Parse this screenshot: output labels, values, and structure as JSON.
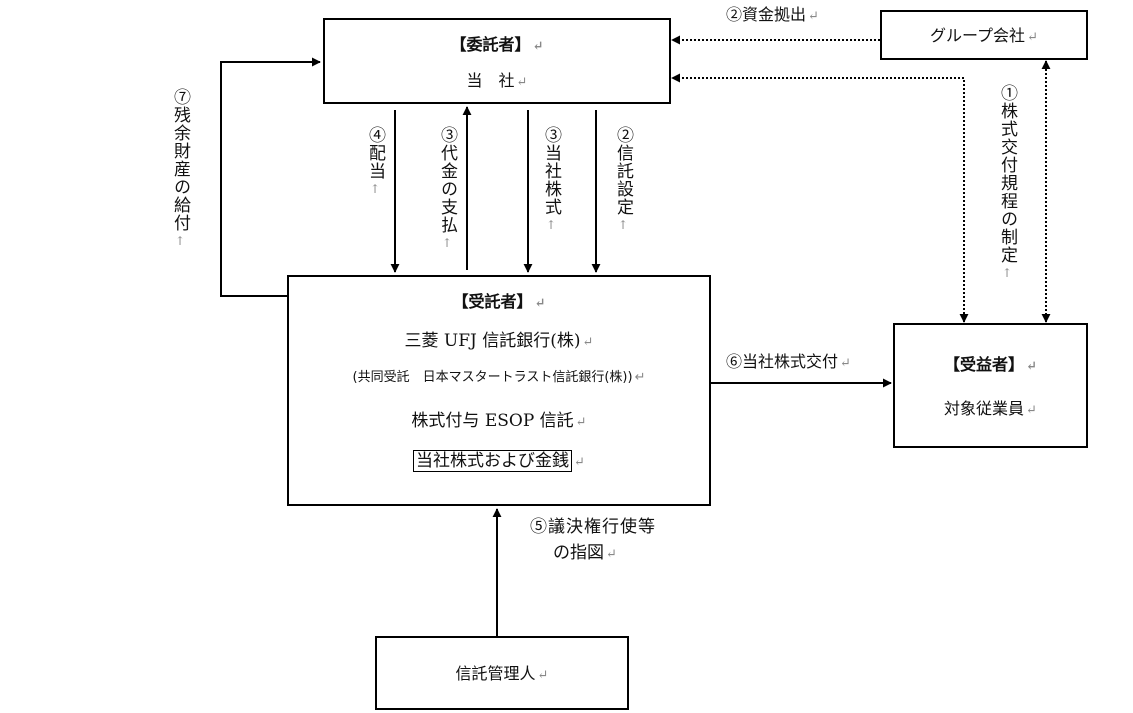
{
  "return_mark": "↵",
  "vertical_return_mark": "↑",
  "consignor": {
    "title": "【委託者】",
    "name": "当　社"
  },
  "group_company": {
    "name": "グループ会社"
  },
  "trustee": {
    "title": "【受託者】",
    "bank": "三菱 UFJ 信託銀行(株)",
    "co_trustee": "(共同受託　日本マスタートラスト信託銀行(株))",
    "trust_name": "株式付与 ESOP 信託",
    "assets": "当社株式および金銭"
  },
  "beneficiary": {
    "title": "【受益者】",
    "name": "対象従業員"
  },
  "trust_administrator": {
    "name": "信託管理人"
  },
  "flows": {
    "f1": "①株式交付規程の制定",
    "f2_funds": "②資金拠出",
    "f2_trust": "②信託設定",
    "f3_shares": "③当社株式",
    "f3_payment": "③代金の支払",
    "f4": "④配当",
    "f5_line1": "⑤議決権行使等",
    "f5_line2": "の指図",
    "f6": "⑥当社株式交付",
    "f7": "⑦残余財産の給付"
  }
}
